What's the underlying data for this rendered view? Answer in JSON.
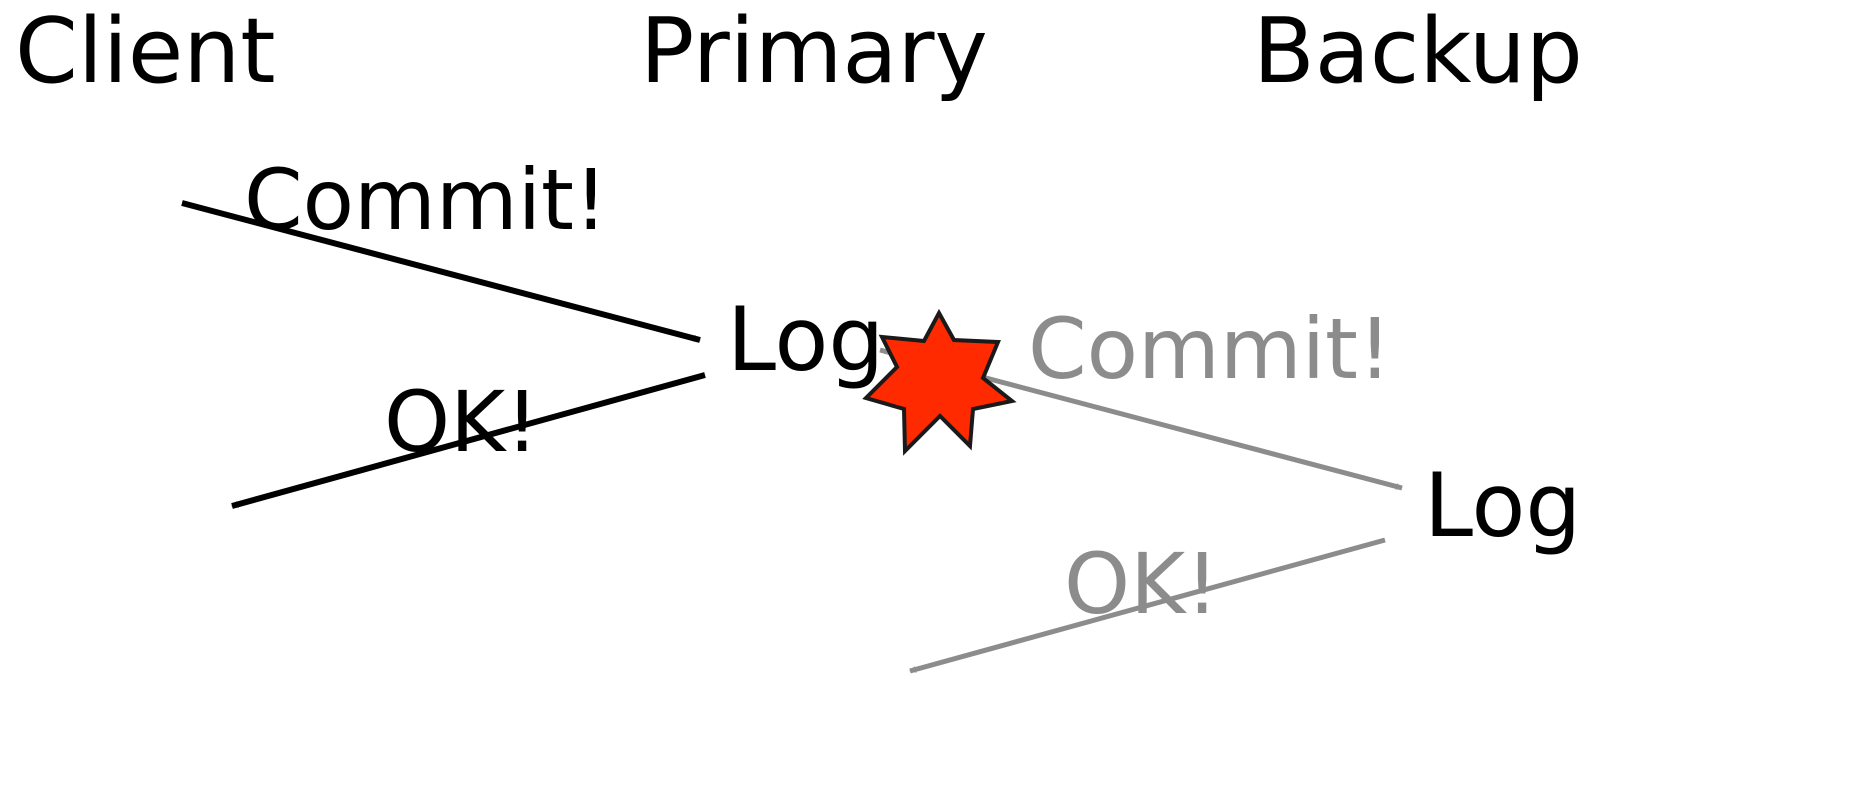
{
  "columns": {
    "client": "Client",
    "primary": "Primary",
    "backup": "Backup"
  },
  "messages": {
    "client_commit": "Commit!",
    "primary_log": "Log",
    "primary_ok": "OK!",
    "backup_commit": "Commit!",
    "backup_log": "Log",
    "backup_ok": "OK!"
  },
  "colors": {
    "active": "#000000",
    "inactive": "#8c8c8c",
    "crash_fill": "#ff2a00",
    "crash_outline": "#1a1a1a"
  },
  "icons": {
    "crash": "explosion-star-icon"
  }
}
